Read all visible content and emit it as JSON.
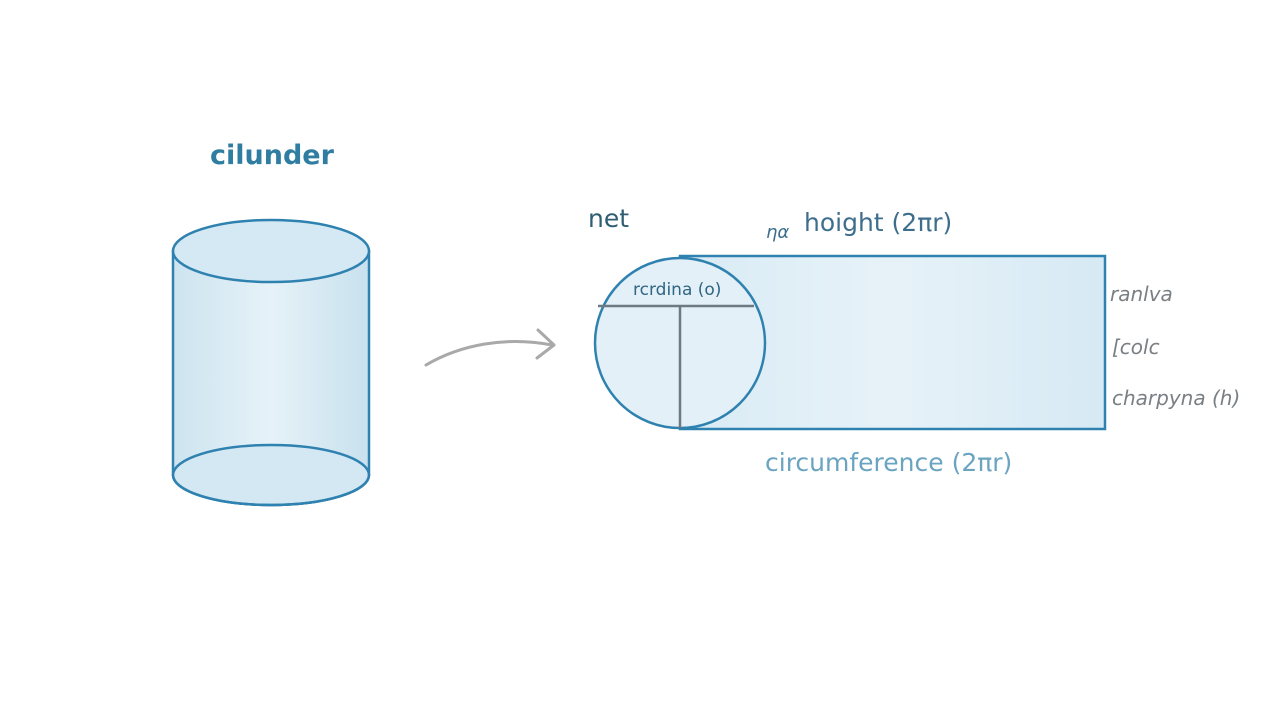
{
  "diagram": {
    "cylinder_label": "cilunder",
    "net_label": "net",
    "height_label_prefix": "ηα",
    "height_label": "hoight (2πr)",
    "radius_label": "rcrdina (o)",
    "circumference_label": "circumference (2πr)",
    "side_labels": [
      "ranlva",
      "[colc",
      "charpyna (h)"
    ],
    "colors": {
      "outline": "#2f82b0",
      "fill_light": "#e4f1f8",
      "fill_mid": "#cfe5f1",
      "arrow": "#a9a9a9",
      "divider": "#6e7a82"
    }
  }
}
